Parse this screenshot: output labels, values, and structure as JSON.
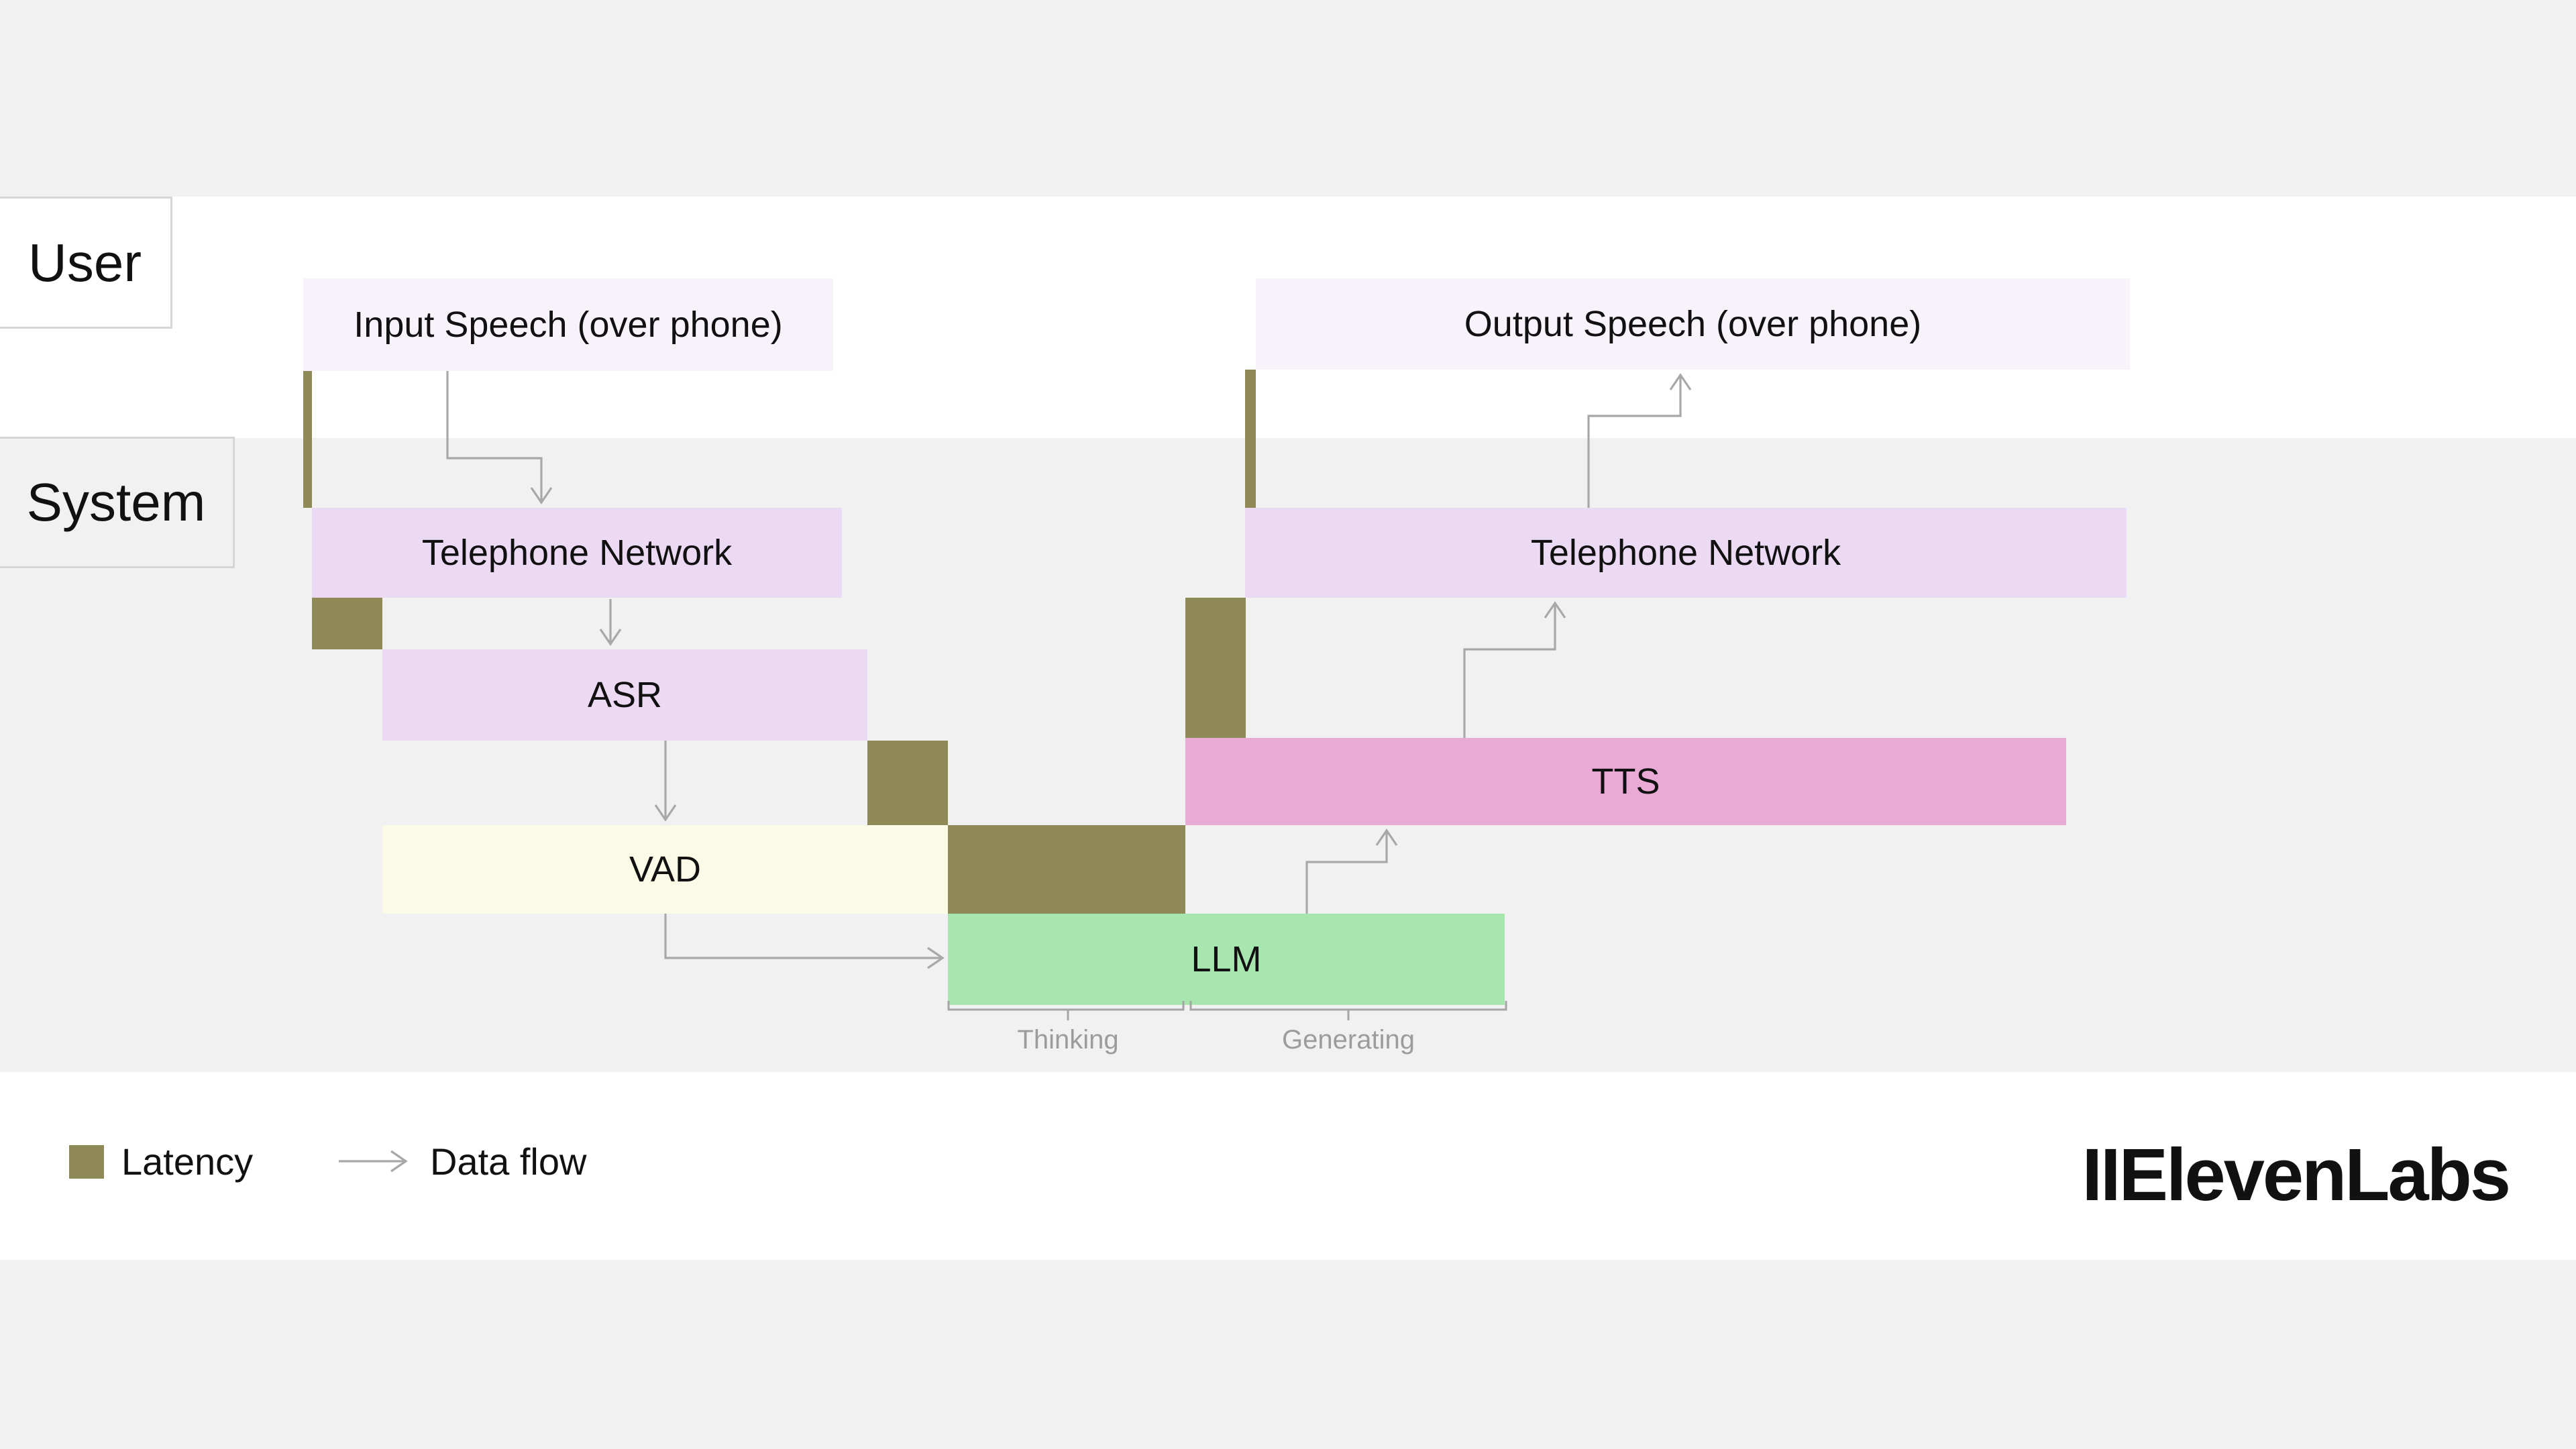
{
  "lanes": {
    "user": "User",
    "system": "System"
  },
  "boxes": {
    "input_speech": "Input Speech (over phone)",
    "telephone_network_in": "Telephone Network",
    "asr": "ASR",
    "vad": "VAD",
    "llm": "LLM",
    "tts": "TTS",
    "telephone_network_out": "Telephone Network",
    "output_speech": "Output Speech (over phone)"
  },
  "phase_labels": {
    "thinking": "Thinking",
    "generating": "Generating"
  },
  "legend": {
    "latency": "Latency",
    "data_flow": "Data flow"
  },
  "logo_text": "IIElevenLabs",
  "colors": {
    "band-gray": "#f1f1f1",
    "band-white": "#ffffff",
    "box-border": "#d6d6d6",
    "latency-olive": "#8f8a57",
    "speech-lavender": "#f8f3fb",
    "network-purple": "#ecd9f4",
    "vad-cream": "#fafae6",
    "llm-green": "#a8e6af",
    "tts-pink": "#e9aad6",
    "arrow-gray": "#a8a8a8",
    "bracket-gray": "#a5a5a5",
    "muted-text": "#9c9c9c",
    "text-black": "#111111"
  }
}
